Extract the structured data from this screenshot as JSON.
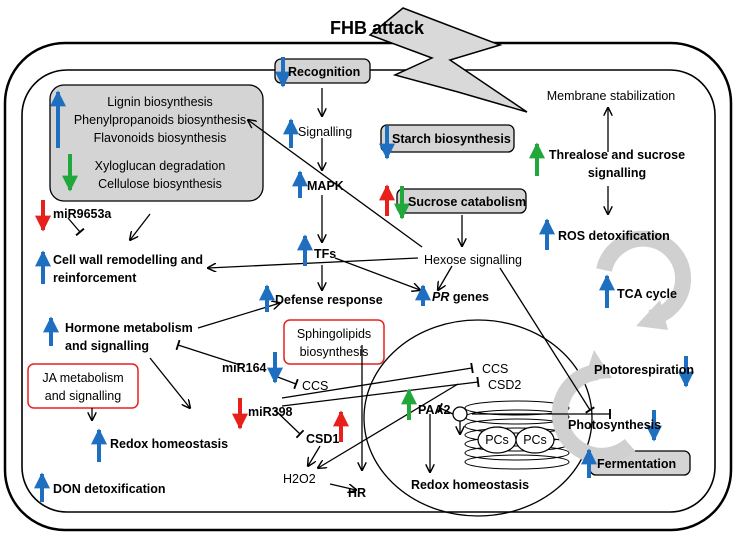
{
  "title": "FHB attack",
  "colors": {
    "up_blue": "#1f6fc0",
    "down_blue": "#1f6fc0",
    "red": "#e8201c",
    "green": "#22a83a",
    "grey_box": "#d4d4d4",
    "red_box_border": "#e8201c"
  },
  "labels": {
    "recognition": "Recognition",
    "lignin": "Lignin biosynthesis",
    "phenylpropanoids": "Phenylpropanoids biosynthesis",
    "flavonoids": "Flavonoids biosynthesis",
    "xyloglucan": "Xyloglucan degradation",
    "cellulose": "Cellulose biosynthesis",
    "signalling": "Signalling",
    "mapk": "MAPK",
    "tfs": "TFs",
    "mir9653a": "miR9653a",
    "cell_wall_1": "Cell wall remodelling and",
    "cell_wall_2": "reinforcement",
    "defense": "Defense response",
    "hormone_1": "Hormone metabolism",
    "hormone_2": "and signalling",
    "ja_1": "JA metabolism",
    "ja_2": "and signalling",
    "mir164": "miR164",
    "sphingo_1": "Sphingolipids",
    "sphingo_2": "biosynthesis",
    "mir398": "miR398",
    "ccs_left": "CCS",
    "csd1": "CSD1",
    "h2o2": "H2O2",
    "hr": "HR",
    "redox_left": "Redox homeostasis",
    "don": "DON detoxification",
    "starch": "Starch biosynthesis",
    "sucrose_cat": "Sucrose catabolism",
    "hexose": "Hexose signalling",
    "pr_italic": "PR",
    "pr_genes": " genes",
    "membrane": "Membrane stabilization",
    "threalose_1": "Threalose and sucrose",
    "threalose_2": "signalling",
    "ros": "ROS detoxification",
    "tca": "TCA cycle",
    "photorespiration": "Photorespiration",
    "photosynthesis": "Photosynthesis",
    "fermentation": "Fermentation",
    "ccs_right": "CCS",
    "csd2": "CSD2",
    "paa2": "PAA2",
    "pcs_1": "PCs",
    "pcs_2": "PCs",
    "redox_chloro": "Redox homeostasis"
  }
}
